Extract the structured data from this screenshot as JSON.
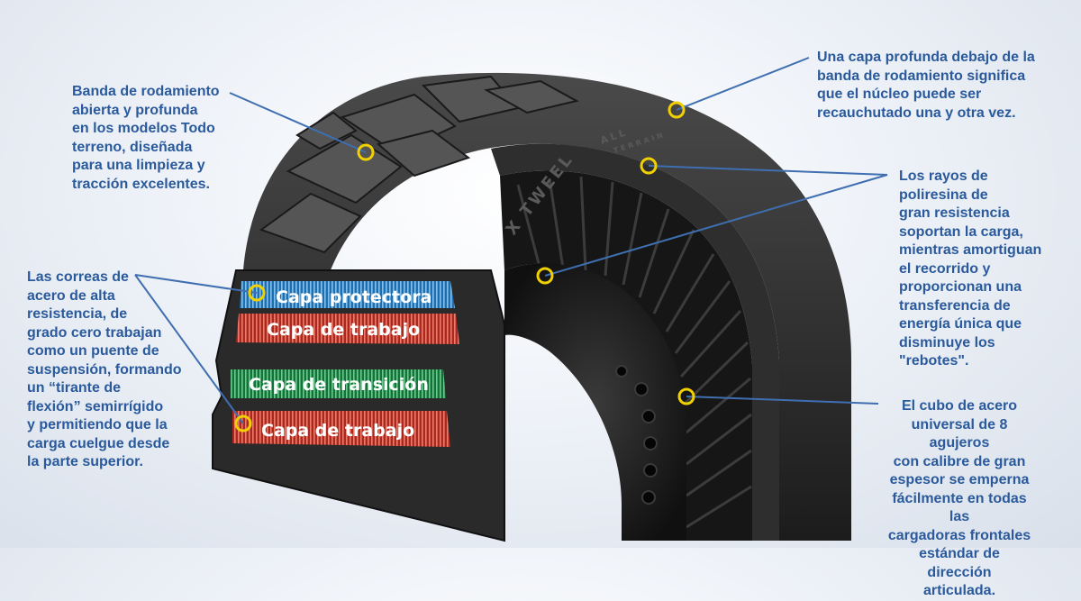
{
  "annotations": {
    "tread": "Banda de rodamiento\nabierta y profunda\nen los modelos Todo\nterreno, diseñada\npara una limpieza y\ntracción excelentes.",
    "core": "Una capa profunda debajo de la\nbanda de rodamiento significa\nque el núcleo puede ser\nrecauchutado una y otra vez.",
    "spokes": "Los rayos de\npoliresina de\ngran resistencia\nsoportan la carga,\nmientras amortiguan\nel recorrido y\nproporcionan una\ntransferencia de\nenergía única que\ndisminuye los\n\"rebotes\".",
    "belts": "Las correas de\nacero de alta\nresistencia, de\ngrado cero trabajan\ncomo un puente de\nsuspensión, formando\nun “tirante de\nflexión” semirrígido\ny permitiendo que la\ncarga cuelgue desde\nla parte superior.",
    "hub": "El cubo de acero\nuniversal de 8 agujeros\ncon calibre de gran\nespesor se emperna\nfácilmente en todas las\ncargadoras frontales\nestándar de dirección\narticulada."
  },
  "layers": {
    "protective": "Capa protectora",
    "working_top": "Capa de trabajo",
    "transition": "Capa de transición",
    "working_bottom": "Capa de trabajo"
  },
  "tire_branding": {
    "brand": "X TWEEL",
    "model_line1": "ALL",
    "model_line2": "TERRAIN"
  },
  "colors": {
    "text_blue": "#2a5a9c",
    "leader_line": "#3f6fb0",
    "marker_ring": "#f0d000",
    "protective_layer": "#2a7fc0",
    "working_layer": "#c8382e",
    "transition_layer": "#1f8a4a"
  }
}
